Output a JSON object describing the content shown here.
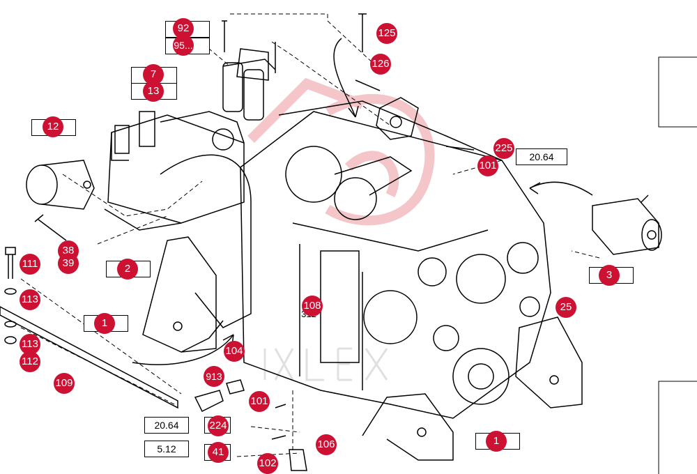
{
  "callouts": {
    "c92": "92",
    "c95": "95...",
    "c7": "7",
    "c13": "13",
    "c12": "12",
    "c125": "125",
    "c126": "126",
    "c225": "225",
    "c101a": "101",
    "c3": "3",
    "c25": "25",
    "c2": "2",
    "c1a": "1",
    "c1b": "1",
    "c38": "38",
    "c39": "39",
    "c111": "111",
    "c113a": "113",
    "c113b": "113",
    "c112": "112",
    "c109": "109",
    "c108": "108",
    "c104": "104",
    "c101b": "101",
    "c106": "106",
    "c102": "102",
    "c224": "224",
    "c41": "41",
    "c913": "913"
  },
  "refs": {
    "r2064a": "20.64",
    "r2064b": "20.64",
    "r512": "5.12",
    "r312": "312"
  },
  "colors": {
    "callout": "#cc1133",
    "line": "#000000",
    "watermark": "#f2b8bc"
  },
  "icons": [
    "turbocharger-icon",
    "fuel-filter-icon",
    "hydraulic-pump-icon",
    "exhaust-elbow-icon",
    "engine-block-icon"
  ]
}
